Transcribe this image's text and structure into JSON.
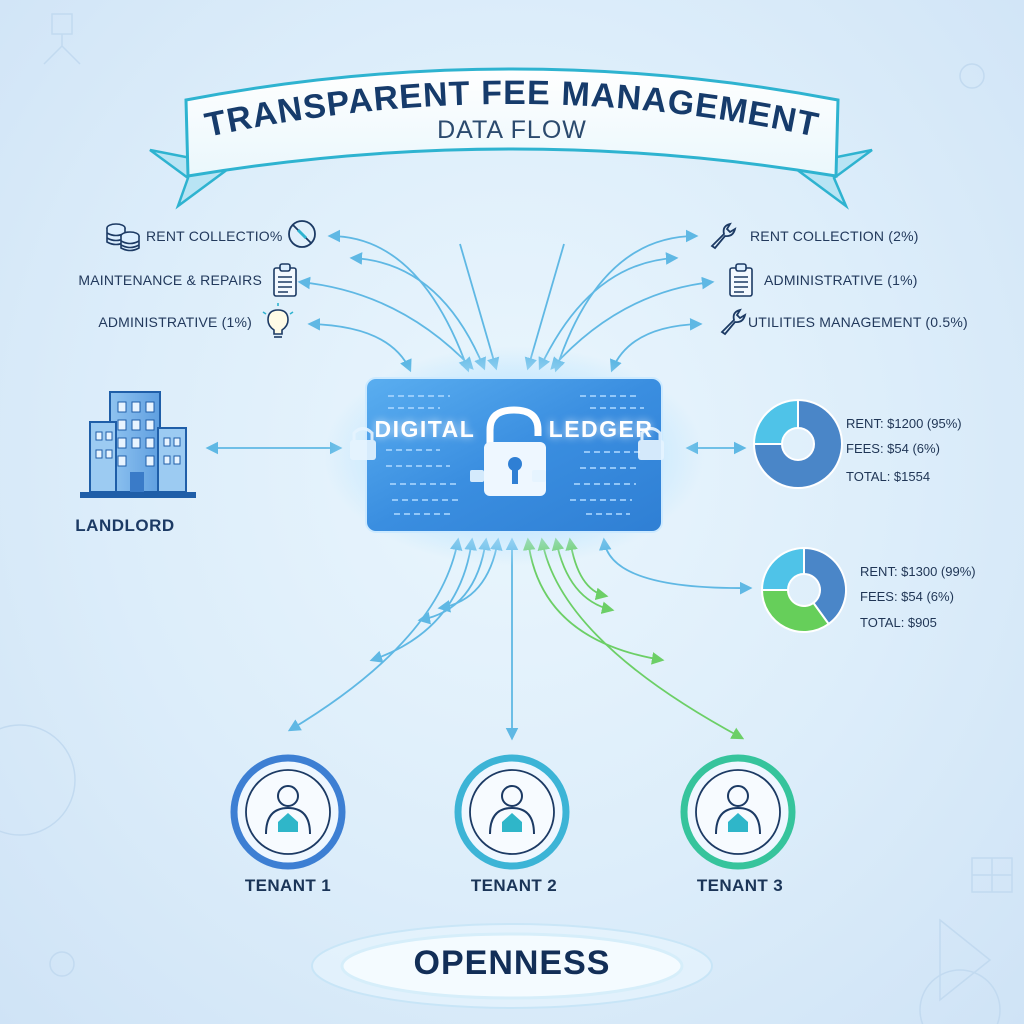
{
  "banner": {
    "title": "TRANSPARENT FEE MANAGEMENT",
    "subtitle": "DATA FLOW"
  },
  "left_fees": [
    {
      "label": "RENT COLLECTIO%",
      "icon": "coins-icon",
      "side_icon": "no-fee-icon"
    },
    {
      "label": "MAINTENANCE & REPAIRS",
      "icon": "clipboard-icon"
    },
    {
      "label": "ADMINISTRATIVE (1%)",
      "icon": "lightbulb-icon"
    }
  ],
  "right_fees": [
    {
      "label": "RENT COLLECTION (2%)",
      "icon": "wrench-icon"
    },
    {
      "label": "ADMINISTRATIVE (1%)",
      "icon": "clipboard-icon"
    },
    {
      "label": "UTILITIES MANAGEMENT (0.5%)",
      "icon": "wrench-icon"
    }
  ],
  "ledger": {
    "title_left": "DIGITAL",
    "title_right": "LEDGER",
    "icon": "padlock-icon"
  },
  "landlord": {
    "label": "LANDLORD",
    "icon": "building-icon"
  },
  "summaries": [
    {
      "rent": "RENT: $1200 (95%)",
      "fees": "FEES: $54 (6%)",
      "total": "TOTAL: $1554",
      "slices": [
        {
          "value": 75,
          "color": "#4a86c8"
        },
        {
          "value": 25,
          "color": "#4fc3e8"
        }
      ]
    },
    {
      "rent": "RENT: $1300 (99%)",
      "fees": "FEES: $54 (6%)",
      "total": "TOTAL: $905",
      "slices": [
        {
          "value": 40,
          "color": "#4a86c8"
        },
        {
          "value": 35,
          "color": "#66cf5a"
        },
        {
          "value": 25,
          "color": "#4fc3e8"
        }
      ]
    }
  ],
  "tenants": [
    {
      "label": "TENANT 1",
      "ring": "#3d7fd3"
    },
    {
      "label": "TENANT 2",
      "ring": "#3cb4d6"
    },
    {
      "label": "TENANT 3",
      "ring": "#36c49c"
    }
  ],
  "footer": {
    "label": "OPENNESS"
  },
  "colors": {
    "flow_blue": "#5fb8e4",
    "flow_green": "#6ccf66",
    "ledger_blue": "#3a8ee0",
    "text_dark": "#1a3457"
  }
}
